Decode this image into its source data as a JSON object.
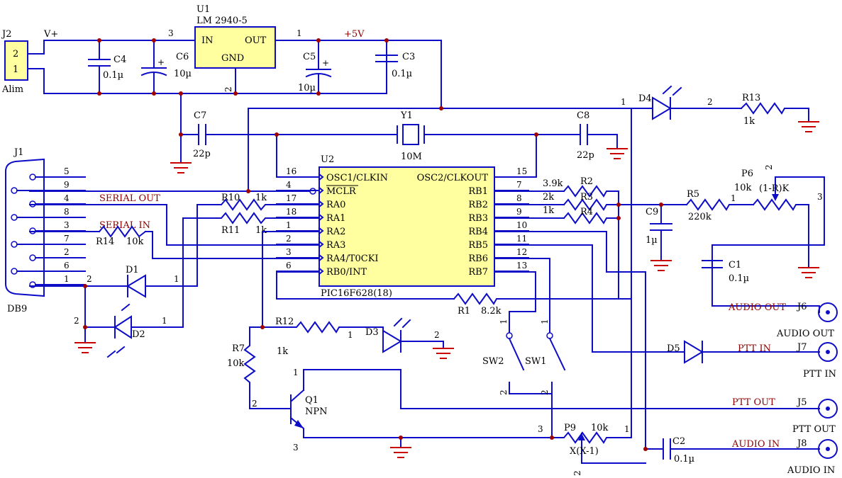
{
  "j2": {
    "ref": "J2",
    "pin2": "2",
    "pin1": "1",
    "label": "Alim"
  },
  "nets": {
    "vplus": "V+",
    "plus5v": "+5V",
    "serial_out": "SERIAL OUT",
    "serial_in": "SERIAL IN",
    "audio_out": "AUDIO OUT",
    "ptt_in": "PTT IN",
    "ptt_out": "PTT OUT",
    "audio_in": "AUDIO IN"
  },
  "u1": {
    "ref": "U1",
    "part": "LM 2940-5",
    "in": "IN",
    "out": "OUT",
    "gnd": "GND",
    "pin_in": "3",
    "pin_out": "1",
    "pin_gnd": "2"
  },
  "c4": {
    "ref": "C4",
    "value": "0.1µ"
  },
  "c6": {
    "ref": "C6",
    "value": "10µ"
  },
  "c5": {
    "ref": "C5",
    "value": "10µ"
  },
  "c3": {
    "ref": "C3",
    "value": "0.1µ"
  },
  "c7": {
    "ref": "C7",
    "value": "22p"
  },
  "c8": {
    "ref": "C8",
    "value": "22p"
  },
  "c9": {
    "ref": "C9",
    "value": "1µ"
  },
  "c1": {
    "ref": "C1",
    "value": "0.1µ"
  },
  "c2": {
    "ref": "C2",
    "value": "0.1µ"
  },
  "y1": {
    "ref": "Y1",
    "value": "10M"
  },
  "d4": {
    "ref": "D4",
    "pin1": "1",
    "pin2": "2"
  },
  "r13": {
    "ref": "R13",
    "value": "1k"
  },
  "j1": {
    "ref": "J1",
    "label": "DB9",
    "pins": [
      "5",
      "9",
      "4",
      "8",
      "3",
      "7",
      "2",
      "6",
      "1"
    ]
  },
  "u2": {
    "ref": "U2",
    "part": "PIC16F628(18)",
    "left_pins": [
      {
        "num": "16",
        "name": "OSC1/CLKIN"
      },
      {
        "num": "4",
        "name": "MCLR"
      },
      {
        "num": "17",
        "name": "RA0"
      },
      {
        "num": "18",
        "name": "RA1"
      },
      {
        "num": "1",
        "name": "RA2"
      },
      {
        "num": "2",
        "name": "RA3"
      },
      {
        "num": "3",
        "name": "RA4/T0CKI"
      },
      {
        "num": "6",
        "name": "RB0/INT"
      }
    ],
    "right_pins": [
      {
        "num": "15",
        "name": "OSC2/CLKOUT"
      },
      {
        "num": "7",
        "name": "RB1"
      },
      {
        "num": "8",
        "name": "RB2"
      },
      {
        "num": "9",
        "name": "RB3"
      },
      {
        "num": "10",
        "name": "RB4"
      },
      {
        "num": "11",
        "name": "RB5"
      },
      {
        "num": "12",
        "name": "RB6"
      },
      {
        "num": "13",
        "name": "RB7"
      }
    ]
  },
  "r10": {
    "ref": "R10",
    "value": "1k"
  },
  "r11": {
    "ref": "R11",
    "value": "1k"
  },
  "r14": {
    "ref": "R14",
    "value": "10k"
  },
  "r2": {
    "ref": "R2",
    "value": "3.9k"
  },
  "r3": {
    "ref": "R3",
    "value": "2k"
  },
  "r4": {
    "ref": "R4",
    "value": "1k"
  },
  "r5": {
    "ref": "R5",
    "value": "220k"
  },
  "p6": {
    "ref": "P6",
    "value": "10k",
    "label": "(1-R)K",
    "pin1": "1",
    "pin2": "2",
    "pin3": "3"
  },
  "r1": {
    "ref": "R1",
    "value": "8.2k"
  },
  "d1": {
    "ref": "D1",
    "pin1": "1",
    "pin2": "2"
  },
  "d2": {
    "ref": "D2",
    "pin1": "1",
    "pin2": "2"
  },
  "d3": {
    "ref": "D3",
    "pin1": "1",
    "pin2": "2"
  },
  "r12": {
    "ref": "R12",
    "value": "1k"
  },
  "r7": {
    "ref": "R7",
    "value": "10k"
  },
  "q1": {
    "ref": "Q1",
    "type": "NPN",
    "pin1": "1",
    "pin2": "2",
    "pin3": "3"
  },
  "sw2": {
    "ref": "SW2",
    "pin1": "1",
    "pin2": "2"
  },
  "sw1": {
    "ref": "SW1",
    "pin1": "1",
    "pin2": "2"
  },
  "d5": {
    "ref": "D5"
  },
  "p9": {
    "ref": "P9",
    "value": "10k",
    "label": "X(X-1)",
    "pin1": "1",
    "pin2": "2",
    "pin3": "3"
  },
  "jacks": {
    "j6": "J6",
    "j6_label": "AUDIO OUT",
    "j7": "J7",
    "j7_label": "PTT IN",
    "j5": "J5",
    "j5_label": "PTT OUT",
    "j8": "J8",
    "j8_label": "AUDIO IN"
  }
}
